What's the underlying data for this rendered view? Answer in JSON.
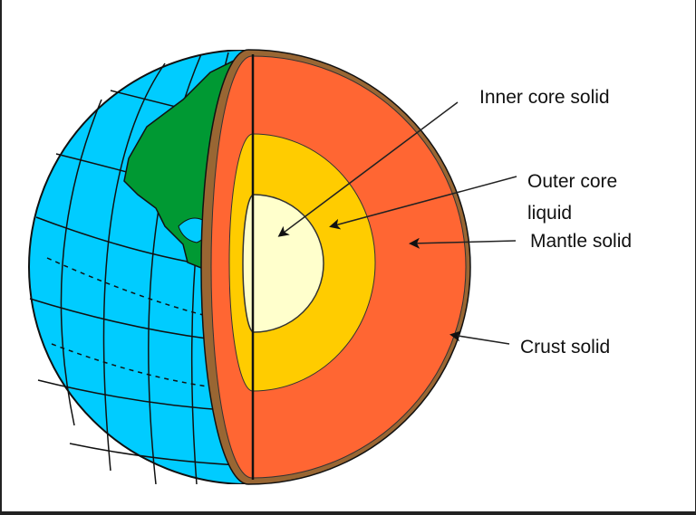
{
  "labels": {
    "inner_core": "Inner core solid",
    "outer_core_line1": "Outer core",
    "outer_core_line2": "liquid",
    "mantle": "Mantle solid",
    "crust": "Crust solid"
  },
  "colors": {
    "ocean": "#00ccff",
    "land": "#009933",
    "crust": "#996633",
    "mantle": "#ff6633",
    "outer_core": "#ffcc00",
    "inner_core": "#ffffcc"
  }
}
